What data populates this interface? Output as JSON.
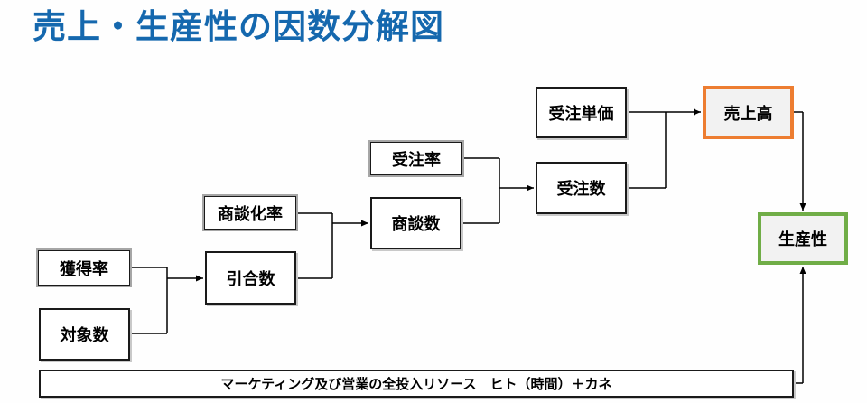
{
  "title": {
    "text": "売上・生産性の因数分解図",
    "color": "#1568AE"
  },
  "diagram": {
    "boxes": {
      "juchu_tanka": {
        "label": "受注単価",
        "type": "count"
      },
      "uriage_daka": {
        "label": "売上高",
        "type": "result",
        "accent": "#ED7D31"
      },
      "juchu_ritsu": {
        "label": "受注率",
        "type": "rate"
      },
      "juchu_su": {
        "label": "受注数",
        "type": "count"
      },
      "shodanka_ritsu": {
        "label": "商談化率",
        "type": "rate"
      },
      "shodan_su": {
        "label": "商談数",
        "type": "count"
      },
      "kakutoku_ritsu": {
        "label": "獲得率",
        "type": "rate"
      },
      "hikiai_su": {
        "label": "引合数",
        "type": "count"
      },
      "taisho_su": {
        "label": "対象数",
        "type": "count"
      },
      "seisansei": {
        "label": "生産性",
        "type": "result",
        "accent": "#70AD47"
      }
    },
    "resource_bar": {
      "label": "マーケティング及び営業の全投入リソース　ヒト（時間）＋カネ"
    },
    "colors": {
      "title_blue": "#1568AE",
      "orange_accent": "#ED7D31",
      "green_accent": "#70AD47",
      "result_fill": "#F2F2F2",
      "count_border": "#1A1A1A",
      "rate_outer_border": "#A6A6A6",
      "connector": "#000000",
      "background": "#FFFFFF"
    }
  }
}
